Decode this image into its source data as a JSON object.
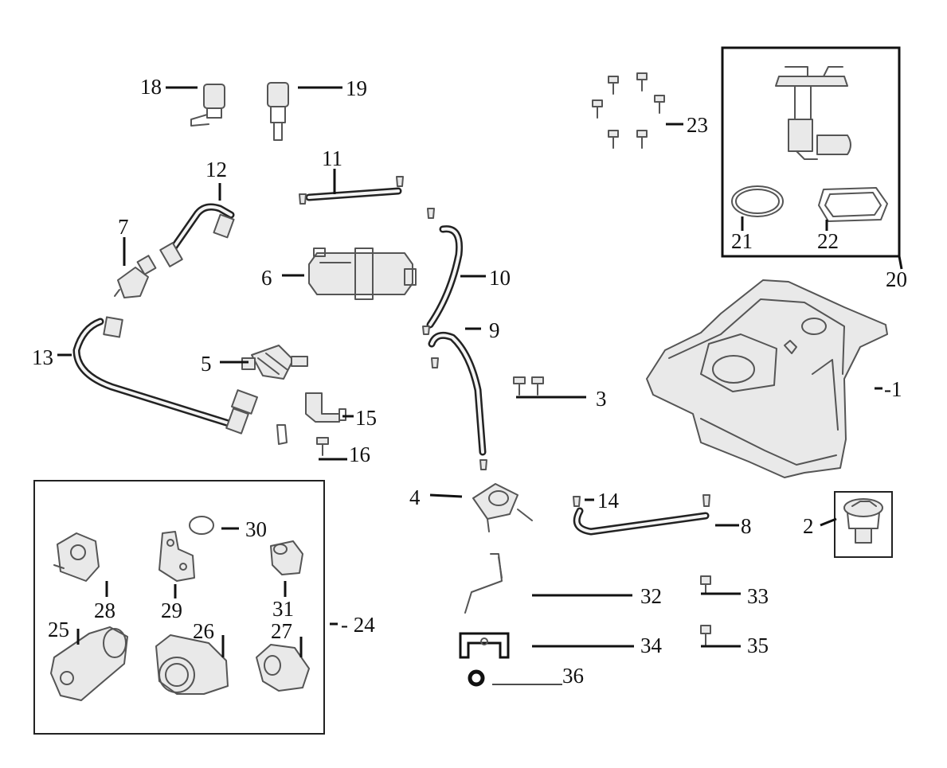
{
  "diagram": {
    "callouts": {
      "c1": "-1",
      "c2": "2",
      "c3": "3",
      "c4": "4",
      "c5": "5",
      "c6": "6",
      "c7": "7",
      "c8": "8",
      "c9": "9",
      "c10": "10",
      "c11": "11",
      "c12": "12",
      "c13": "13",
      "c14": "14",
      "c15": "15",
      "c16": "16",
      "c18": "18",
      "c19": "19",
      "c20": "20",
      "c21": "21",
      "c22": "22",
      "c23": "23",
      "c24": "- 24",
      "c25": "25",
      "c26": "26",
      "c27": "27",
      "c28": "28",
      "c29": "29",
      "c30": "30",
      "c31": "31",
      "c32": "32",
      "c33": "33",
      "c34": "34",
      "c35": "35",
      "c36": "36"
    },
    "colors": {
      "line": "#111111",
      "part_outline": "#555555",
      "background": "#ffffff"
    }
  }
}
